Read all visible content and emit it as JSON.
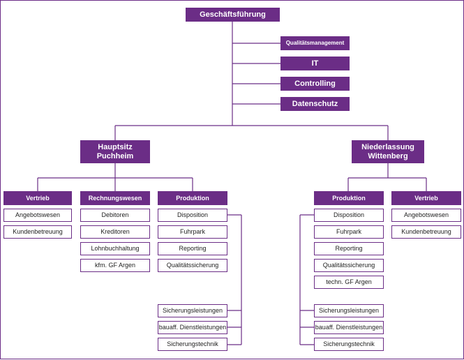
{
  "org": {
    "root": "Geschäftsführung",
    "staff": [
      "Qualitätsmanagement",
      "IT",
      "Controlling",
      "Datenschutz"
    ],
    "hq": {
      "line1": "Hauptsitz",
      "line2": "Puchheim",
      "vertrieb": {
        "title": "Vertrieb",
        "items": [
          "Angebotswesen",
          "Kundenbetreuung"
        ]
      },
      "rechnungswesen": {
        "title": "Rechnungswesen",
        "items": [
          "Debitoren",
          "Kreditoren",
          "Lohnbuchhaltung",
          "kfm. GF Argen"
        ]
      },
      "produktion": {
        "title": "Produktion",
        "items": [
          "Disposition",
          "Fuhrpark",
          "Reporting",
          "Qualitätssicherung"
        ],
        "extra": [
          "Sicherungsleistungen",
          "bauaff. Dienstleistungen",
          "Sicherungstechnik"
        ]
      }
    },
    "branch": {
      "line1": "Niederlassung",
      "line2": "Wittenberg",
      "produktion": {
        "title": "Produktion",
        "items": [
          "Disposition",
          "Fuhrpark",
          "Reporting",
          "Qualitätssicherung",
          "techn. GF Argen"
        ],
        "extra": [
          "Sicherungsleistungen",
          "bauaff. Dienstleistungen",
          "Sicherungstechnik"
        ]
      },
      "vertrieb": {
        "title": "Vertrieb",
        "items": [
          "Angebotswesen",
          "Kundenbetreuung"
        ]
      }
    }
  },
  "colors": {
    "primary": "#6b2d86",
    "text": "#222222",
    "background": "#ffffff"
  }
}
